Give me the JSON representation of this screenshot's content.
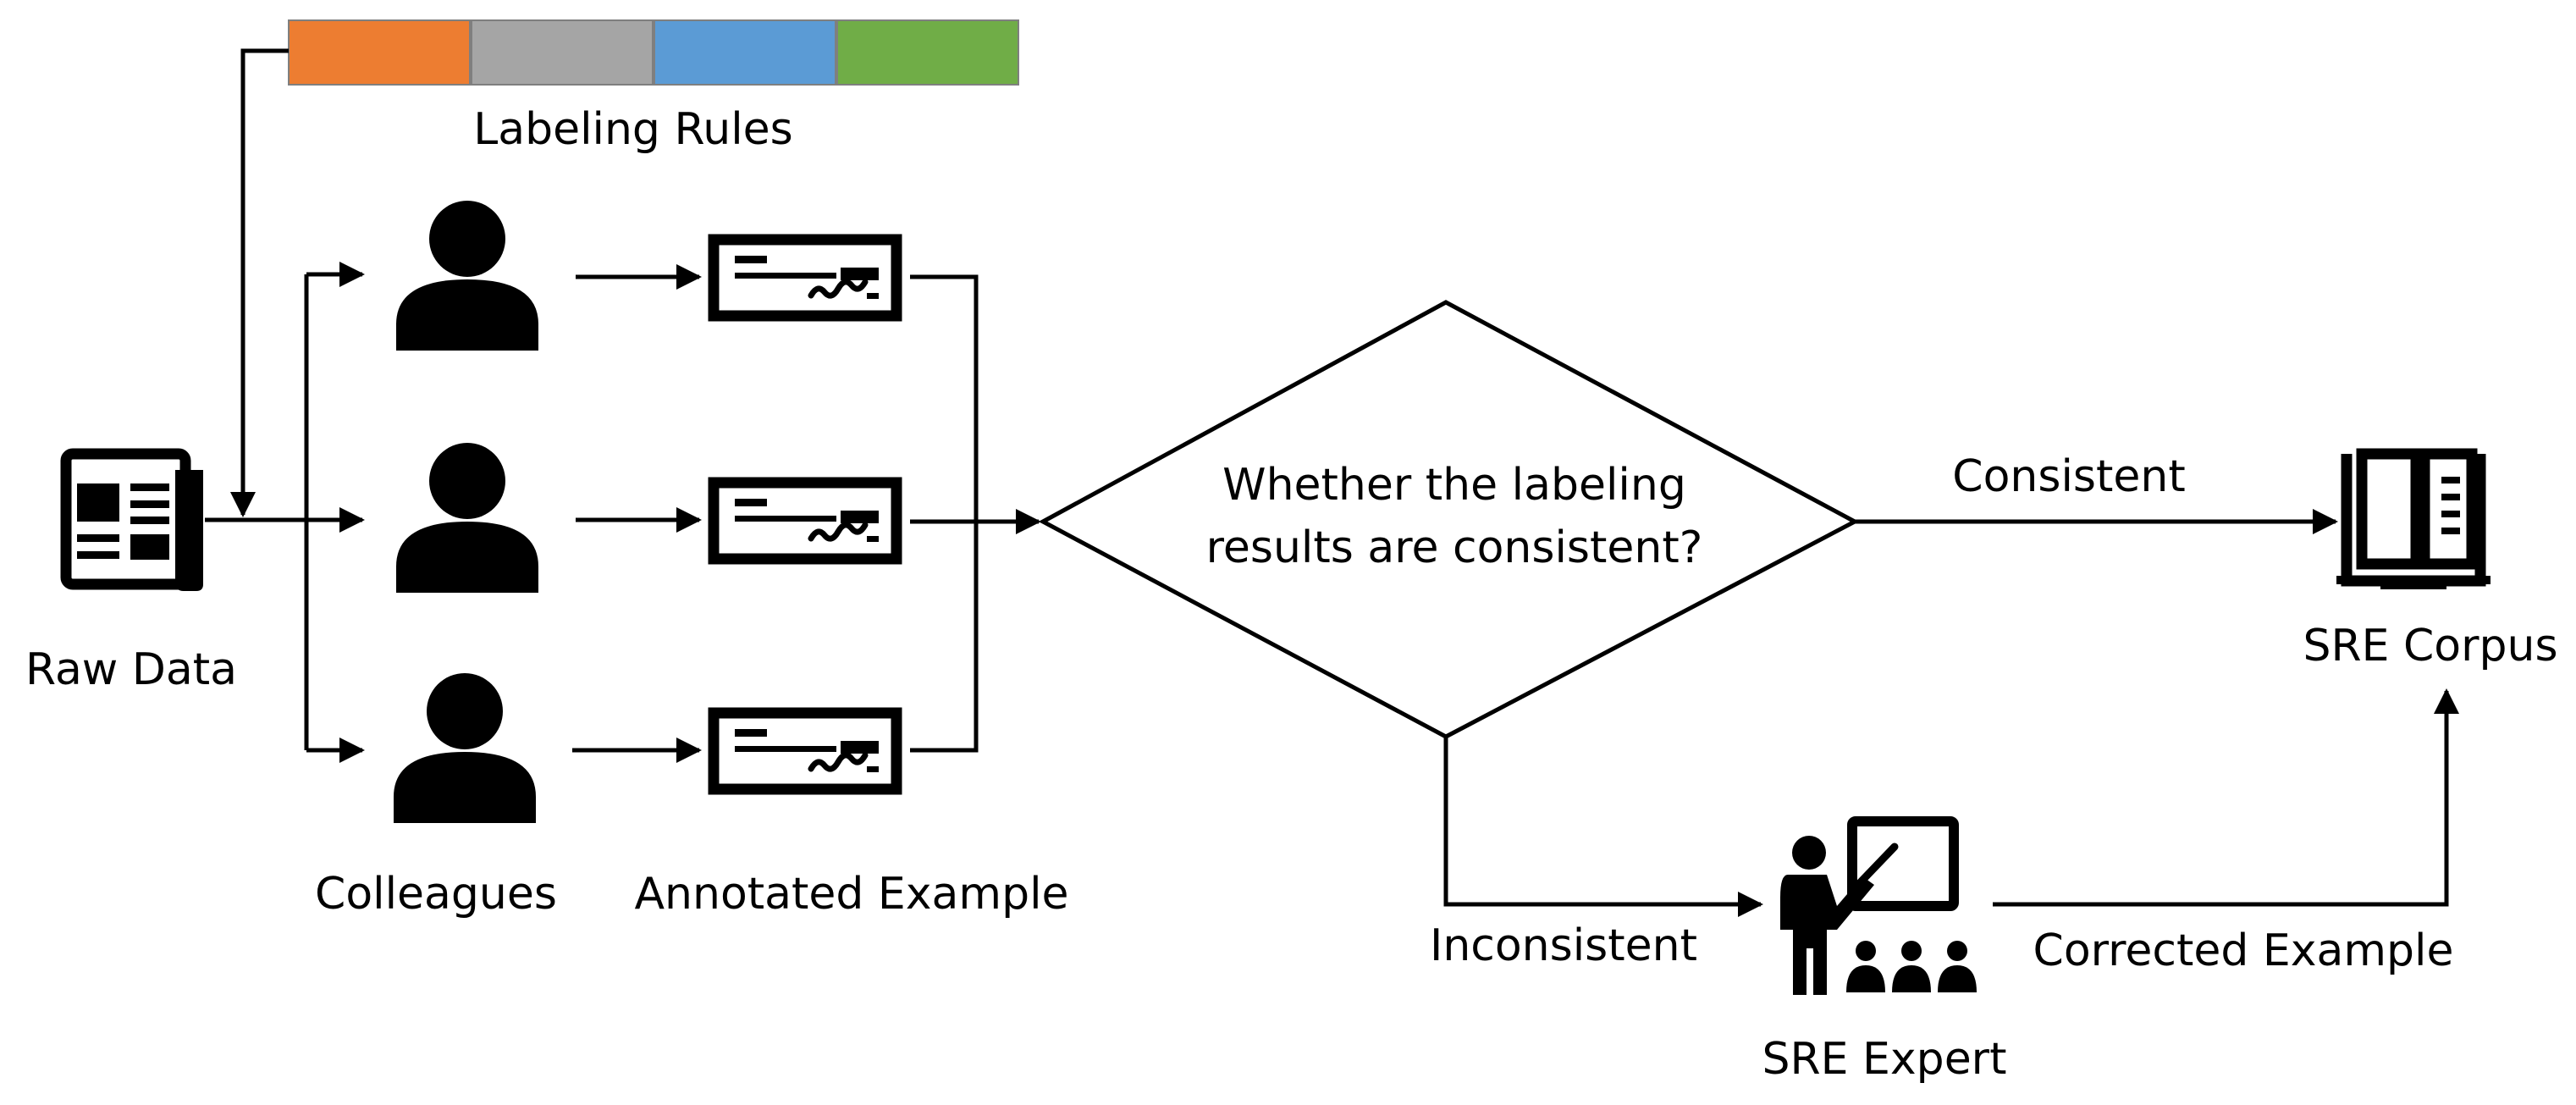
{
  "labels": {
    "labeling_rules": "Labeling Rules",
    "raw_data": "Raw Data",
    "colleagues": "Colleagues",
    "annotated_example": "Annotated Example",
    "question_line1": "Whether the labeling",
    "question_line2": "results are consistent?",
    "consistent": "Consistent",
    "inconsistent": "Inconsistent",
    "sre_corpus": "SRE Corpus",
    "sre_expert": "SRE Expert",
    "corrected_example": "Corrected Example"
  },
  "rule_colors": [
    "#ED7D31",
    "#A5A5A5",
    "#5B9BD5",
    "#70AD47"
  ],
  "icons": {
    "raw_data": "newspaper-icon",
    "colleague": "person-icon",
    "annotated_example": "document-card-icon",
    "corpus": "open-book-icon",
    "expert": "teacher-icon"
  }
}
